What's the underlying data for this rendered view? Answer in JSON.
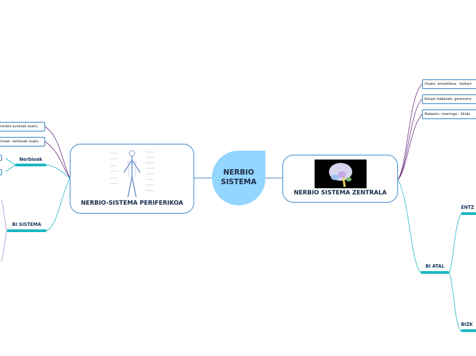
{
  "central": {
    "title": "NERBIO SISTEMA"
  },
  "periferiko": {
    "title": "NERBIO-SISTEMA PERIFERIKOA",
    "leaves": [
      "nerbio-zuntzak osatu",
      "ntzak: nerbioak osatu"
    ],
    "branches": {
      "nerbioak": "Nerbioak",
      "bi_sistema": "BI SISTEMA"
    }
  },
  "zentrala": {
    "title": "NERBIO SISTEMA ZENTRALA",
    "leaves": [
      "Osatu: entzefaloa - bizkarr",
      "Kanpo babesak: garezurra",
      "Babestu: meninge - likido"
    ],
    "branches": {
      "bi_atal": "BI ATAL",
      "entz": "ENTZ",
      "bizk": "BIZK"
    }
  },
  "colors": {
    "central": "#93d6ff",
    "box_border": "#3d86c7",
    "teal": "#1ab7c3",
    "purple": "#6a2a7e"
  },
  "icons": [
    "human-body-icon",
    "brain-icon"
  ]
}
